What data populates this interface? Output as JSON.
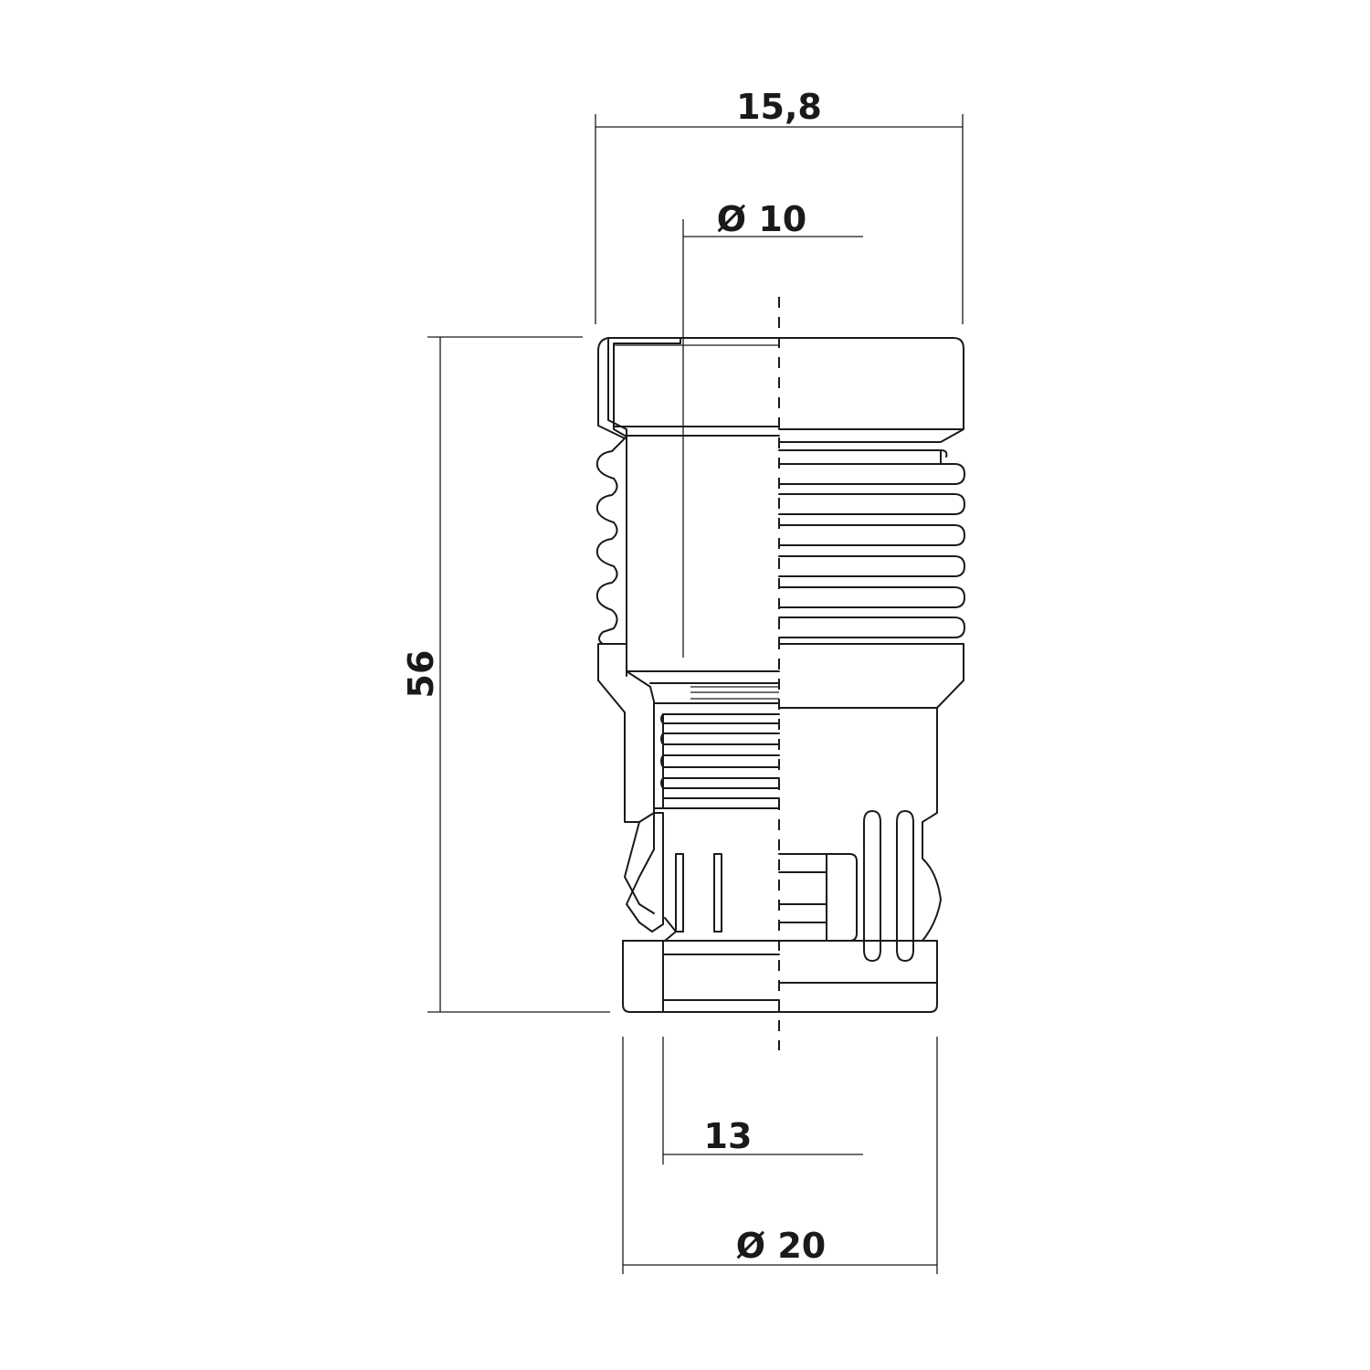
{
  "dimensions": {
    "top_width": "15,8",
    "inner_diameter": "Ø 10",
    "height": "56",
    "bottom_inner": "13",
    "outer_diameter": "Ø 20"
  }
}
